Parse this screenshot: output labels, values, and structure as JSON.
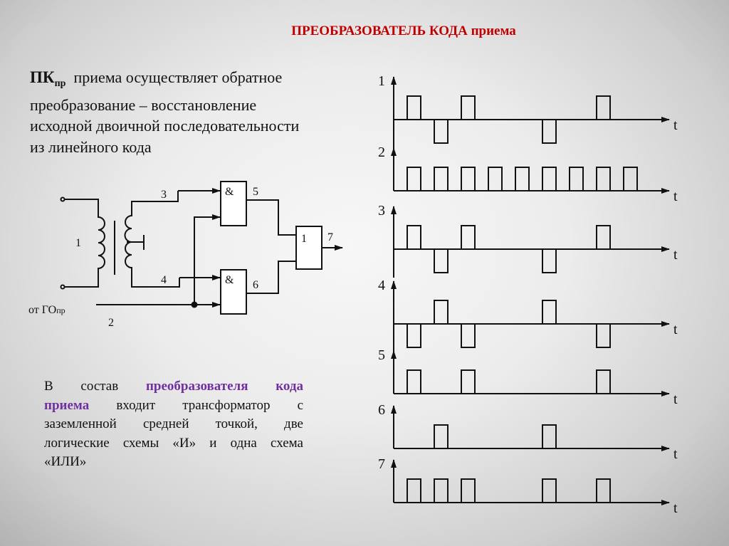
{
  "title": {
    "main": "ПРЕОБРАЗОВАТЕЛЬ КОДА",
    "suffix": " приема"
  },
  "intro": {
    "abbr": "ПК",
    "abbr_sub": "пр",
    "lines": [
      "приема осуществляет обратное",
      "преобразование – восстановление",
      "исходной двоичной  последовательности",
      "из линейного кода"
    ]
  },
  "description": {
    "l1_a": "В состав ",
    "l1_b": "преобразователя кода",
    "l2_a": "приема",
    "l2_b": " входит трансформатор с",
    "l3": "заземленной средней точкой, две",
    "l4": "логические схемы «И» и одна схема",
    "l5": "«ИЛИ»"
  },
  "circuit": {
    "label_1": "1",
    "label_2": "2",
    "label_3": "3",
    "label_4": "4",
    "label_5": "5",
    "label_6": "6",
    "label_7": "7",
    "and_gate": "&",
    "or_gate": "1",
    "clock_source_prefix": "от ГО",
    "clock_source_sub": "пр"
  },
  "colors": {
    "title": "#c00000",
    "highlight": "#7030a0"
  },
  "timing": {
    "axis_label": "t",
    "slots": 9,
    "signals": [
      {
        "label": "1",
        "levels": [
          1,
          -1,
          1,
          0,
          0,
          -1,
          0,
          1,
          0
        ]
      },
      {
        "label": "2",
        "levels": [
          1,
          1,
          1,
          1,
          1,
          1,
          1,
          1,
          1
        ]
      },
      {
        "label": "3",
        "levels": [
          1,
          -1,
          1,
          0,
          0,
          -1,
          0,
          1,
          0
        ]
      },
      {
        "label": "4",
        "levels": [
          -1,
          1,
          -1,
          0,
          0,
          1,
          0,
          -1,
          0
        ]
      },
      {
        "label": "5",
        "levels": [
          1,
          0,
          1,
          0,
          0,
          0,
          0,
          1,
          0
        ]
      },
      {
        "label": "6",
        "levels": [
          0,
          1,
          0,
          0,
          0,
          1,
          0,
          0,
          0
        ]
      },
      {
        "label": "7",
        "levels": [
          1,
          1,
          1,
          0,
          0,
          1,
          0,
          1,
          0
        ]
      }
    ]
  }
}
